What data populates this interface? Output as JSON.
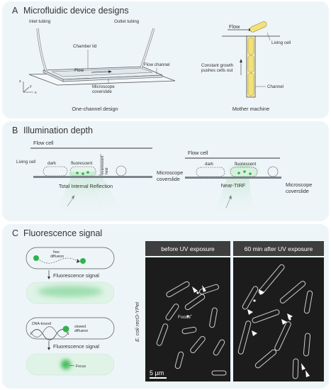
{
  "panel_a": {
    "letter": "A",
    "title": "Microfluidic device designs",
    "labels": {
      "inlet": "Inlet tubing",
      "outlet": "Outlet tubing",
      "lid": "Chamber lid",
      "flow": "Flow",
      "channel_label": "Flow channel",
      "coverslide_line1": "Microscope",
      "coverslide_line2": "coverslide",
      "axis_z": "z",
      "axis_y": "y",
      "axis_x": "x",
      "caption": "One-channel design"
    },
    "mother_machine": {
      "flow": "Flow",
      "living_cell": "Living cell",
      "growth_line1": "Constant growth",
      "growth_line2": "pushes cells out",
      "channel": "Channel",
      "caption": "Mother machine"
    }
  },
  "panel_b": {
    "letter": "B",
    "title": "Illumination depth",
    "left": {
      "flow_cell": "Flow cell",
      "living_cell": "Living cell",
      "dark": "dark",
      "fluorescent": "fluorescent",
      "evanescent_line1": "evanescent",
      "evanescent_line2": "field",
      "coverslide_line1": "Microscope",
      "coverslide_line2": "coverslide",
      "caption": "Total Internal Reflection"
    },
    "right": {
      "flow_cell": "Flow cell",
      "dark": "dark",
      "fluorescent": "fluorescent",
      "coverslide_line1": "Microscope",
      "coverslide_line2": "coverslide",
      "caption": "Near-TIRF"
    }
  },
  "panel_c": {
    "letter": "C",
    "title": "Fluorescence signal",
    "free_line1": "free",
    "free_line2": "diffusion",
    "signal_1": "Fluorescence signal",
    "dna_bound": "DNA-bound",
    "slowed_line1": "slowed",
    "slowed_line2": "diffusion",
    "signal_2": "Fluorescence signal",
    "focus": "Focus",
    "micro_before": "before UV exposure",
    "micro_after": "60 min after UV exposure",
    "micro_focus": "Focus",
    "species": "E. coli",
    "strain": "recO-YPet",
    "scale_bar": "5 µm"
  },
  "colors": {
    "panel_bg": "#eef5f8",
    "fluorescent_green": "#2fb34a",
    "cell_yellow": "#f2e07a",
    "micro_bg": "#1c1c1c",
    "caption_bar": "#3e3e3e"
  }
}
